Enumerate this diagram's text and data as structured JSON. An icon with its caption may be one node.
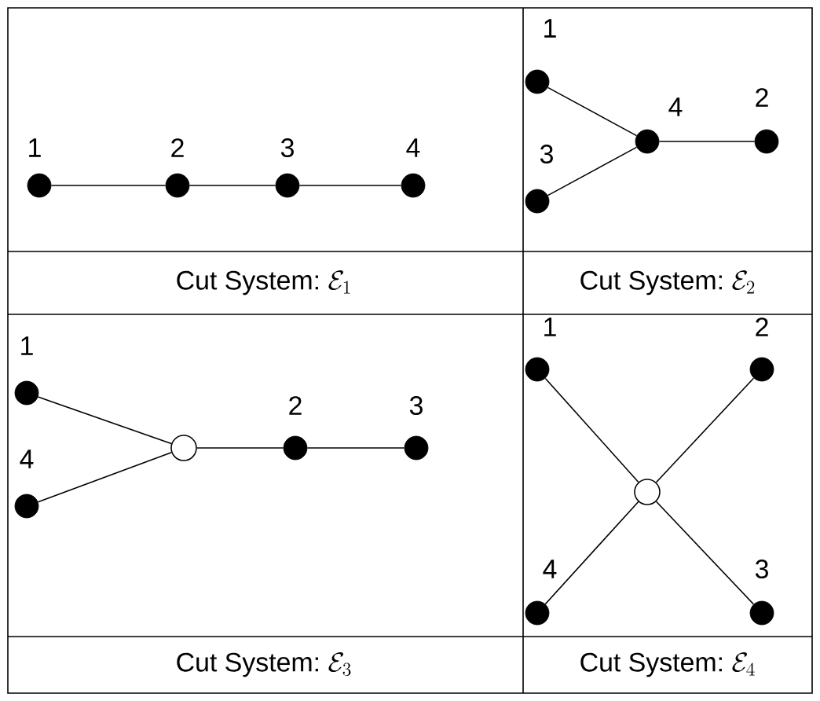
{
  "diagram": {
    "nodes": [
      {
        "text": [],
        "shape": "dot",
        "beside": [
          "1"
        ]
      },
      {
        "text": [],
        "shape": "dot",
        "beside": [
          "2"
        ]
      },
      {
        "text": [],
        "shape": "dot",
        "beside": [
          "3"
        ]
      },
      {
        "text": [],
        "shape": "dot",
        "beside": [
          "4"
        ]
      },
      {
        "text": [],
        "shape": "dot",
        "beside": [
          "1"
        ]
      },
      {
        "text": [],
        "shape": "dot",
        "beside": [
          "3"
        ]
      },
      {
        "text": [],
        "shape": "dot",
        "beside": [
          "4"
        ]
      },
      {
        "text": [],
        "shape": "dot",
        "beside": [
          "2"
        ]
      },
      {
        "text": [],
        "shape": "dot",
        "beside": [
          "1"
        ]
      },
      {
        "text": [],
        "shape": "dot",
        "beside": [
          "4"
        ]
      },
      {
        "text": [],
        "shape": "circle"
      },
      {
        "text": [],
        "shape": "dot",
        "beside": [
          "2"
        ]
      },
      {
        "text": [],
        "shape": "dot",
        "beside": [
          "3"
        ]
      },
      {
        "text": [],
        "shape": "dot",
        "beside": [
          "1"
        ]
      },
      {
        "text": [],
        "shape": "dot",
        "beside": [
          "2"
        ]
      },
      {
        "text": [],
        "shape": "circle"
      },
      {
        "text": [],
        "shape": "dot",
        "beside": [
          "4"
        ]
      },
      {
        "text": [],
        "shape": "dot",
        "beside": [
          "3"
        ]
      }
    ],
    "edges": [
      {
        "from": 0,
        "to": 1,
        "arrow": "none"
      },
      {
        "from": 1,
        "to": 2,
        "arrow": "none"
      },
      {
        "from": 2,
        "to": 3,
        "arrow": "none"
      },
      {
        "from": 4,
        "to": 6,
        "arrow": "none"
      },
      {
        "from": 5,
        "to": 6,
        "arrow": "none"
      },
      {
        "from": 6,
        "to": 7,
        "arrow": "none"
      },
      {
        "from": 8,
        "to": 10,
        "arrow": "none"
      },
      {
        "from": 9,
        "to": 10,
        "arrow": "none"
      },
      {
        "from": 10,
        "to": 11,
        "arrow": "none"
      },
      {
        "from": 11,
        "to": 12,
        "arrow": "none"
      },
      {
        "from": 13,
        "to": 15,
        "arrow": "none"
      },
      {
        "from": 14,
        "to": 15,
        "arrow": "none"
      },
      {
        "from": 16,
        "to": 15,
        "arrow": "none"
      },
      {
        "from": 17,
        "to": 15,
        "arrow": "none"
      }
    ],
    "labels": [
      "Cut System:",
      "\\mathcal{E}_1",
      "Cut System:",
      "\\mathcal{E}_2",
      "Cut System:",
      "\\mathcal{E}_3",
      "Cut System:",
      "\\mathcal{E}_4"
    ]
  }
}
